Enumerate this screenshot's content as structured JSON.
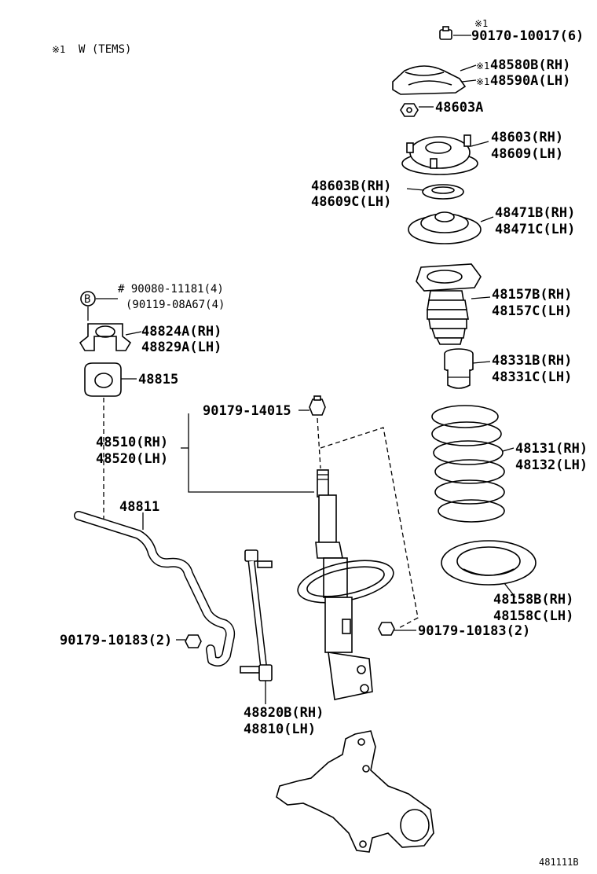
{
  "note": {
    "mark": "※1",
    "text": "W (TEMS)"
  },
  "labels": {
    "nut_90170_mark": "※1",
    "nut_90170": "90170-10017(6)",
    "support_rh_mark": "※1",
    "support_rh": "48580B(RH)",
    "support_lh_mark": "※1",
    "support_lh": "48590A(LH)",
    "nut_48603a": "48603A",
    "mount_rh": "48603(RH)",
    "mount_lh": "48609(LH)",
    "bearing_rh": "48603B(RH)",
    "bearing_lh": "48609C(LH)",
    "seat_upper_rh": "48471B(RH)",
    "seat_upper_lh": "48471C(LH)",
    "insulator_rh": "48157B(RH)",
    "insulator_lh": "48157C(LH)",
    "bumper_rh": "48331B(RH)",
    "bumper_lh": "48331C(LH)",
    "spring_rh": "48131(RH)",
    "spring_lh": "48132(LH)",
    "seat_lower_rh": "48158B(RH)",
    "seat_lower_lh": "48158C(LH)",
    "bolt_b_letter": "B",
    "bolt_b_1": "# 90080-11181(4)",
    "bolt_b_2": "(90119-08A67(4)",
    "bracket_rh": "48824A(RH)",
    "bracket_lh": "48829A(LH)",
    "bushing": "48815",
    "nut_14015": "90179-14015",
    "strut_rh": "48510(RH)",
    "strut_lh": "48520(LH)",
    "stabilizer": "48811",
    "nut_10183_left": "90179-10183(2)",
    "nut_10183_right": "90179-10183(2)",
    "link_rh": "48820B(RH)",
    "link_lh": "48810(LH)",
    "figure_id": "481111B"
  }
}
